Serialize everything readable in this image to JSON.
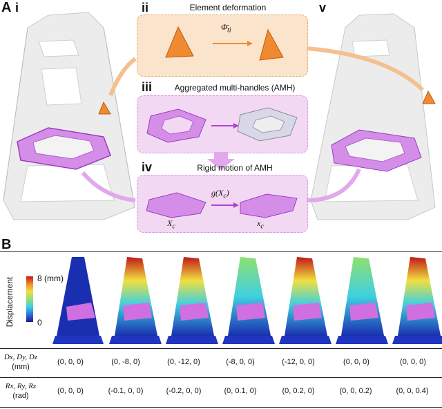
{
  "panel_a": {
    "letter": "A",
    "roman_i": "i",
    "roman_ii": "ii",
    "roman_iii": "iii",
    "roman_iv": "iv",
    "roman_v": "v",
    "step_ii_title": "Element deformation",
    "step_iii_title": "Aggregated multi-handles (AMH)",
    "step_iv_title": "Rigid motion of AMH",
    "map_phi": "Φ̄",
    "map_phi_sub": "ti",
    "map_g": "g(X",
    "map_g_sub": "c",
    "map_g_close": ")",
    "X_c": "X",
    "X_c_sub": "c",
    "x_c": "x",
    "x_c_sub": "c"
  },
  "panel_b": {
    "letter": "B",
    "colorbar_max": "8",
    "colorbar_unit": "(mm)",
    "colorbar_min": "0",
    "colorbar_label": "Displacement",
    "row1_label_line1": "Dx, Dy, Dz",
    "row1_label_line2": "(mm)",
    "row2_label_line1": "Rx, Ry, Rz",
    "row2_label_line2": "(rad)",
    "row1_values": [
      "(0, 0, 0)",
      "(0, -8, 0)",
      "(0, -12, 0)",
      "(-8, 0, 0)",
      "(-12, 0, 0)",
      "(0, 0, 0)",
      "(0, 0, 0)"
    ],
    "row2_values": [
      "(0, 0, 0)",
      "(-0.1, 0, 0)",
      "(-0.2, 0, 0)",
      "(0, 0.1, 0)",
      "(0, 0.2, 0)",
      "(0, 0, 0.2)",
      "(0, 0, 0.4)"
    ]
  },
  "colors": {
    "accent_orange": "#f08a30",
    "accent_purple": "#b040d0",
    "box_orange": "#fbe4cc",
    "box_pink": "#f3d8f3",
    "mesh_gray": "#e6e6e6",
    "blue_structure": "#1a2fb0"
  }
}
